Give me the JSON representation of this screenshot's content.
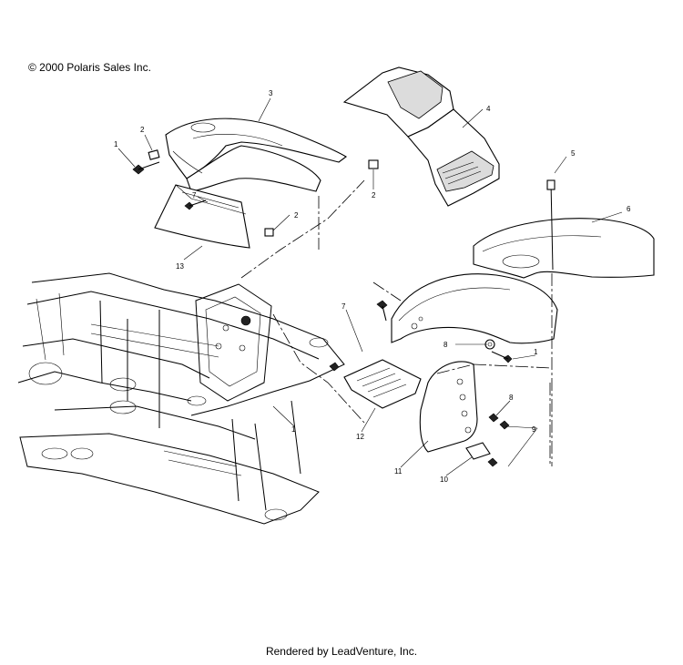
{
  "copyright": "© 2000 Polaris Sales Inc.",
  "footer": "Rendered by LeadVenture, Inc.",
  "callouts": {
    "c1a": "1",
    "c2a": "2",
    "c3": "3",
    "c4": "4",
    "c2b": "2",
    "c5": "5",
    "c6": "6",
    "c7a": "7",
    "c2c": "2",
    "c13": "13",
    "c7b": "7",
    "c8a": "8",
    "c1b": "1",
    "c8b": "8",
    "c9": "9",
    "c12": "12",
    "c1c": "1",
    "c11": "11",
    "c10": "10"
  }
}
